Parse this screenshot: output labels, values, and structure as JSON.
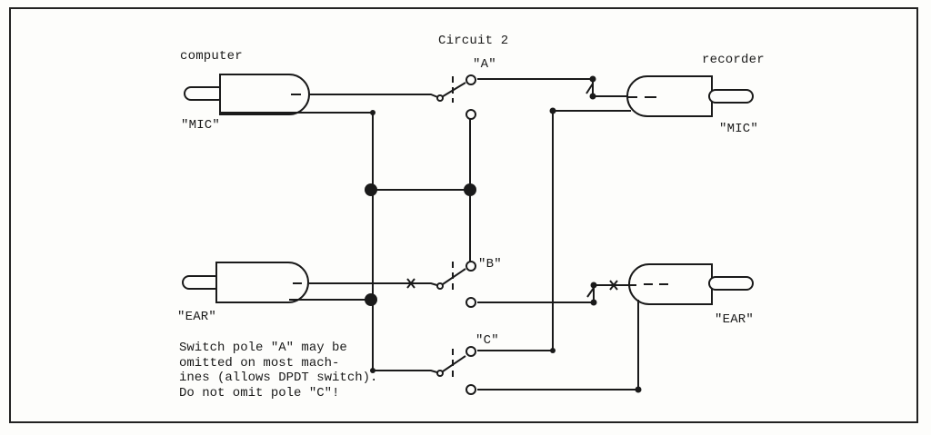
{
  "title": "Circuit 2",
  "labels": {
    "computer": "computer",
    "recorder": "recorder",
    "computer_mic": "\"MIC\"",
    "recorder_mic": "\"MIC\"",
    "computer_ear": "\"EAR\"",
    "recorder_ear": "\"EAR\"",
    "pole_a": "\"A\"",
    "pole_b": "\"B\"",
    "pole_c": "\"C\""
  },
  "note": [
    "Switch pole \"A\" may be",
    "omitted on most mach-",
    "ines (allows DPDT switch).",
    "Do not omit pole \"C\"!"
  ]
}
